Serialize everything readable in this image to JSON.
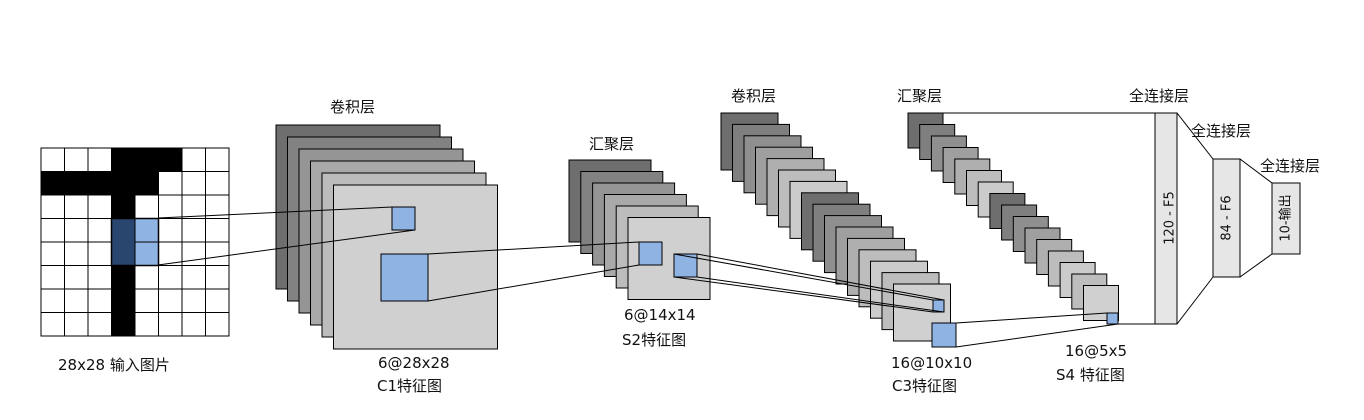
{
  "input_grid": {
    "rows": 8,
    "cols": 8,
    "black_cells": [
      [
        0,
        3
      ],
      [
        0,
        4
      ],
      [
        0,
        5
      ],
      [
        1,
        0
      ],
      [
        1,
        1
      ],
      [
        1,
        2
      ],
      [
        1,
        3
      ],
      [
        1,
        4
      ],
      [
        2,
        3
      ],
      [
        3,
        3
      ],
      [
        4,
        3
      ],
      [
        5,
        3
      ],
      [
        6,
        3
      ],
      [
        7,
        3
      ]
    ],
    "highlight_cells": [
      [
        3,
        4
      ],
      [
        4,
        4
      ]
    ],
    "caption": "28x28 输入图片"
  },
  "layers": {
    "c1": {
      "top_label": "卷积层",
      "caption_line1": "6@28x28",
      "caption_line2": "C1特征图",
      "map_count": 6
    },
    "s2": {
      "top_label": "汇聚层",
      "caption_line1": "6@14x14",
      "caption_line2": "S2特征图",
      "map_count": 6
    },
    "c3": {
      "top_label": "卷积层",
      "caption_line1": "16@10x10",
      "caption_line2": "C3特征图",
      "map_count": 16
    },
    "s4": {
      "top_label": "汇聚层",
      "caption_line1": "16@5x5",
      "caption_line2": "S4 特征图",
      "map_count": 16
    },
    "f5": {
      "top_label": "全连接层",
      "text": "120 - F5"
    },
    "f6": {
      "top_label": "全连接层",
      "text": "84 - F6"
    },
    "out": {
      "top_label": "全连接层",
      "text": "10-输出"
    }
  },
  "colors": {
    "stack_light": "#d0d0d0",
    "stack_dark": "#6e6e6e",
    "highlight_blue": "#8fb4e3",
    "highlight_dark": "#2c4a74",
    "fc_fill": "#e6e6e6"
  }
}
